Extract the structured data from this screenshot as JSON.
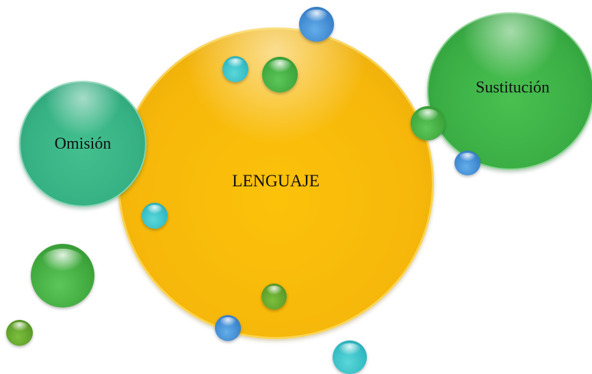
{
  "diagram": {
    "center": {
      "label": "LENGUAJE",
      "color": "#f6b70a"
    },
    "nodes": [
      {
        "label": "Omisión",
        "color": "#36b184"
      },
      {
        "label": "Sustitución",
        "color": "#3aae44"
      }
    ],
    "decorative_dot_colors": [
      "#3d86cf",
      "#33bcc4",
      "#3fa83d",
      "#5e9f2a"
    ]
  }
}
